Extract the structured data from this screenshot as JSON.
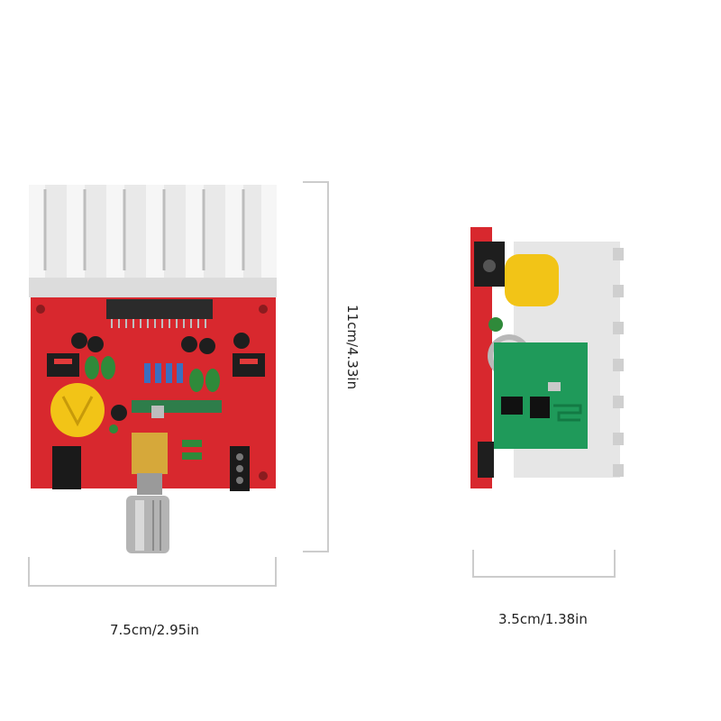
{
  "labels": {
    "front_width": "7.5cm/2.95in",
    "front_height": "11cm/4.33in",
    "side_width": "3.5cm/1.38in"
  },
  "colors": {
    "background": "#ffffff",
    "pcb_red": "#d8282e",
    "heatsink": "#e6e6e6",
    "bt_module_green": "#1f9a5a",
    "capacitor_yellow": "#f2c417",
    "dimension_line": "#cccccc",
    "label_text": "#222222"
  }
}
